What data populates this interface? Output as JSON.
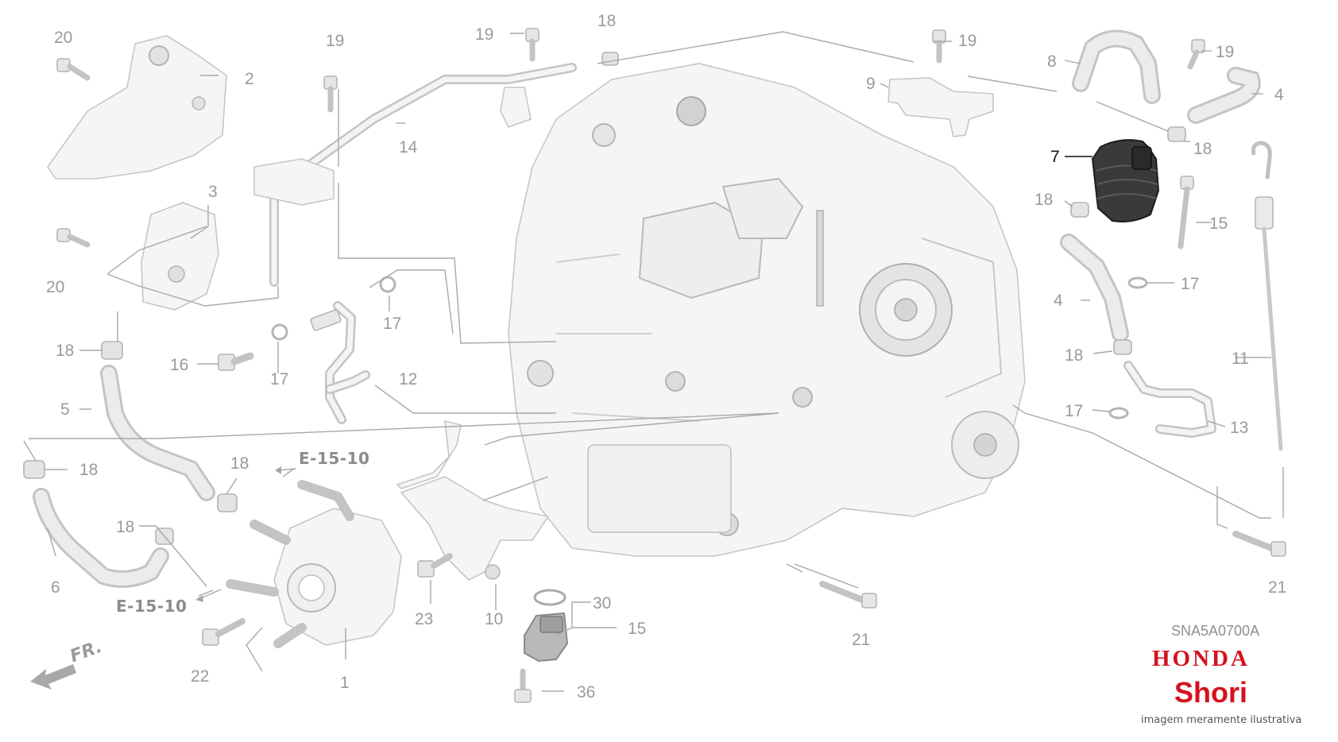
{
  "diagram": {
    "code": "SNA5A0700A",
    "brand": "HONDA",
    "dealer": "Shori",
    "disclaimer": "imagem meramente ilustrativa",
    "front_marker": "FR.",
    "cross_refs": [
      "E-15-10",
      "E-15-10"
    ],
    "callouts": [
      {
        "id": "c20a",
        "label": "20"
      },
      {
        "id": "c2",
        "label": "2"
      },
      {
        "id": "c3",
        "label": "3"
      },
      {
        "id": "c20b",
        "label": "20"
      },
      {
        "id": "c19a",
        "label": "19"
      },
      {
        "id": "c14",
        "label": "14"
      },
      {
        "id": "c19b",
        "label": "19"
      },
      {
        "id": "c18a",
        "label": "18"
      },
      {
        "id": "c19c",
        "label": "19"
      },
      {
        "id": "c9",
        "label": "9"
      },
      {
        "id": "c8",
        "label": "8"
      },
      {
        "id": "c19d",
        "label": "19"
      },
      {
        "id": "c4a",
        "label": "4"
      },
      {
        "id": "c18b",
        "label": "18"
      },
      {
        "id": "c7",
        "label": "7",
        "highlight": true
      },
      {
        "id": "c18c",
        "label": "18"
      },
      {
        "id": "c15a",
        "label": "15"
      },
      {
        "id": "c17a",
        "label": "17"
      },
      {
        "id": "c4b",
        "label": "4"
      },
      {
        "id": "c18d",
        "label": "18"
      },
      {
        "id": "c11",
        "label": "11"
      },
      {
        "id": "c17b",
        "label": "17"
      },
      {
        "id": "c13",
        "label": "13"
      },
      {
        "id": "c21a",
        "label": "21"
      },
      {
        "id": "c18e",
        "label": "18"
      },
      {
        "id": "c16",
        "label": "16"
      },
      {
        "id": "c17c",
        "label": "17"
      },
      {
        "id": "c17d",
        "label": "17"
      },
      {
        "id": "c12",
        "label": "12"
      },
      {
        "id": "c5",
        "label": "5"
      },
      {
        "id": "c18f",
        "label": "18"
      },
      {
        "id": "c18g",
        "label": "18"
      },
      {
        "id": "c18h",
        "label": "18"
      },
      {
        "id": "c6",
        "label": "6"
      },
      {
        "id": "c22",
        "label": "22"
      },
      {
        "id": "c1",
        "label": "1"
      },
      {
        "id": "c23",
        "label": "23"
      },
      {
        "id": "c10",
        "label": "10"
      },
      {
        "id": "c30",
        "label": "30"
      },
      {
        "id": "c15b",
        "label": "15"
      },
      {
        "id": "c36",
        "label": "36"
      },
      {
        "id": "c21b",
        "label": "21"
      }
    ]
  }
}
